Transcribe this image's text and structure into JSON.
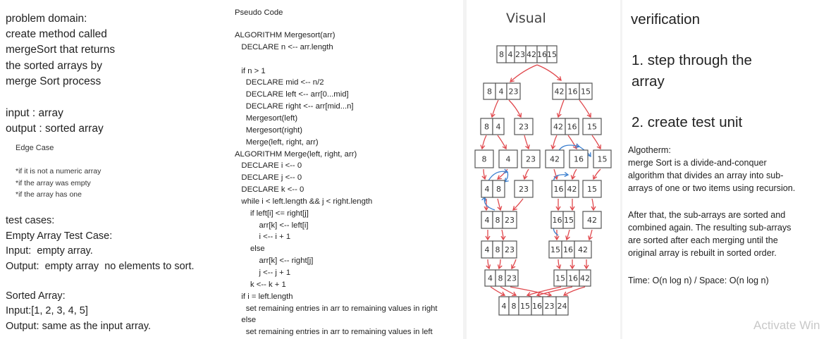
{
  "problem": {
    "lines": [
      "problem domain:",
      "create method called",
      "mergeSort that returns",
      "the sorted arrays by",
      "merge Sort process"
    ],
    "io": [
      "input : array",
      "output : sorted array"
    ]
  },
  "edge": {
    "title": "Edge Case",
    "items": [
      "*if it is not a numeric array",
      "*if the array was empty",
      "*if the array has one"
    ]
  },
  "tests": {
    "title": "test cases:",
    "empty_title": "Empty Array Test Case:",
    "empty_input": "Input:  empty array.",
    "empty_output": "Output:  empty array  no elements to sort.",
    "sorted_title": "Sorted Array:",
    "sorted_input": "Input:[1, 2, 3, 4, 5]",
    "sorted_output": "Output: same as the input array."
  },
  "pseudo": {
    "title": "Pseudo Code",
    "lines": [
      "ALGORITHM Mergesort(arr)",
      "   DECLARE n <-- arr.length",
      "",
      "   if n > 1",
      "     DECLARE mid <-- n/2",
      "     DECLARE left <-- arr[0...mid]",
      "     DECLARE right <-- arr[mid...n]",
      "     Mergesort(left)",
      "     Mergesort(right)",
      "     Merge(left, right, arr)",
      "ALGORITHM Merge(left, right, arr)",
      "   DECLARE i <-- 0",
      "   DECLARE j <-- 0",
      "   DECLARE k <-- 0",
      "   while i < left.length && j < right.length",
      "       if left[i] <= right[j]",
      "           arr[k] <-- left[i]",
      "           i <-- i + 1",
      "       else",
      "           arr[k] <-- right[j]",
      "           j <-- j + 1",
      "       k <-- k + 1",
      "   if i = left.length",
      "     set remaining entries in arr to remaining values in right",
      "   else",
      "     set remaining entries in arr to remaining values in left"
    ]
  },
  "visual": {
    "title": "Visual",
    "rows": [
      [
        [
          "8",
          "4",
          "23",
          "42",
          "16",
          "15"
        ]
      ],
      [
        [
          "8",
          "4",
          "23"
        ],
        [
          "42",
          "16",
          "15"
        ]
      ],
      [
        [
          "8",
          "4"
        ],
        [
          "23"
        ],
        [
          "42",
          "16"
        ],
        [
          "15"
        ]
      ],
      [
        [
          "8"
        ],
        [
          "4"
        ],
        [
          "23"
        ],
        [
          "42"
        ],
        [
          "16"
        ],
        [
          "15"
        ]
      ],
      [
        [
          "4",
          "8"
        ],
        [
          "23"
        ],
        [
          "16",
          "42"
        ],
        [
          "15"
        ]
      ],
      [
        [
          "4",
          "8",
          "23"
        ],
        [
          "16",
          "15"
        ],
        [
          "42"
        ]
      ],
      [
        [
          "4",
          "8",
          "23"
        ],
        [
          "15",
          "16",
          "42"
        ]
      ],
      [
        [
          "4",
          "8",
          "23"
        ],
        [
          "15",
          "16",
          "42"
        ]
      ],
      [
        [
          "4",
          "8",
          "15",
          "16",
          "23",
          "24"
        ]
      ]
    ]
  },
  "verification": {
    "title": "verification",
    "step1": [
      "1. step through the",
      "array"
    ],
    "step2": "2. create test unit"
  },
  "notes": {
    "title": "Algotherm:",
    "para1": [
      "merge Sort is a divide-and-conquer",
      "algorithm that divides an array into sub-",
      "arrays of one or two items using recursion."
    ],
    "para2": [
      "After that, the sub-arrays are sorted and",
      "combined again. The resulting sub-arrays",
      "are sorted after each merging until the",
      "original array is rebuilt in sorted order."
    ],
    "complexity": "Time: O(n log n) / Space: O(n log n)"
  },
  "watermark": "Activate Win",
  "colors": {
    "arrow_red": "#e0474c",
    "arrow_blue": "#3a7fd0"
  }
}
